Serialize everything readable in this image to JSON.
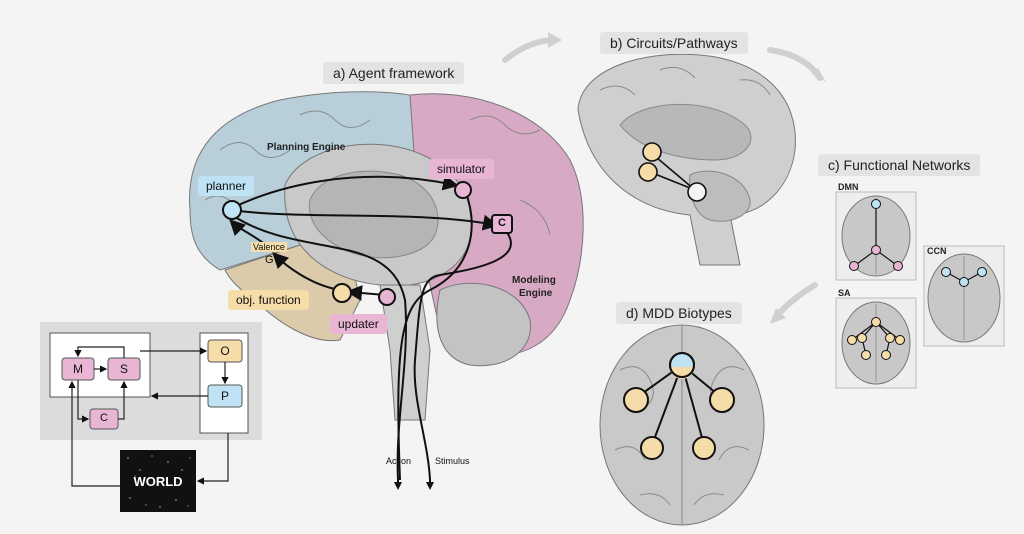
{
  "panels": {
    "agent": "a) Agent framework",
    "circuits": "b) Circuits/Pathways",
    "networks": "c) Functional Networks",
    "biotypes": "d) MDD Biotypes"
  },
  "brain": {
    "planning_engine": "Planning Engine",
    "modeling_engine_line1": "Modeling",
    "modeling_engine_line2": "Engine",
    "planner": "planner",
    "simulator": "simulator",
    "updater": "updater",
    "objective": "obj. function",
    "valence": "Valence",
    "g_node": "G",
    "c_node": "C",
    "action": "Action",
    "stimulus": "Stimulus"
  },
  "schematic": {
    "m": "M",
    "s": "S",
    "o": "O",
    "p": "P",
    "c": "C",
    "world": "WORLD"
  },
  "networks": {
    "dmn": "DMN",
    "sa": "SA",
    "ccn": "CCN"
  },
  "colors": {
    "blue": "#bfe3f5",
    "pink": "#e8b6d4",
    "yellow": "#f6dca8",
    "tan": "#e2cfae",
    "brain_gray": "#d6d6d6"
  }
}
